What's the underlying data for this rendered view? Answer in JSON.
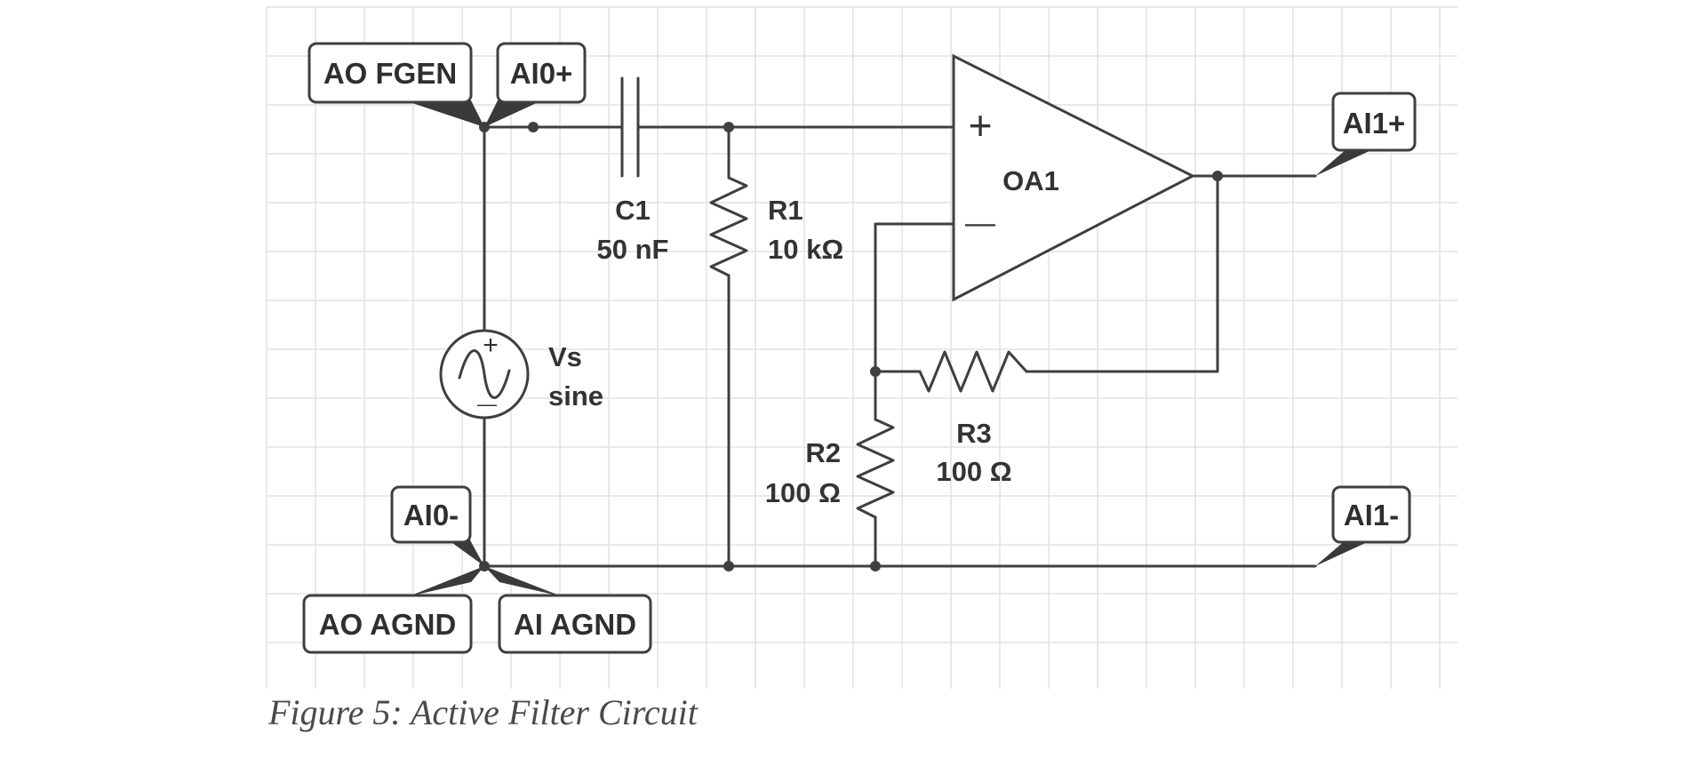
{
  "labels": {
    "ao_fgen": "AO FGEN",
    "ai0_plus": "AI0+",
    "ai0_minus": "AI0-",
    "ao_agnd": "AO AGND",
    "ai_agnd": "AI AGND",
    "ai1_plus": "AI1+",
    "ai1_minus": "AI1-"
  },
  "components": {
    "c1": {
      "name": "C1",
      "value": "50 nF"
    },
    "r1": {
      "name": "R1",
      "value": "10 kΩ"
    },
    "r2": {
      "name": "R2",
      "value": "100 Ω"
    },
    "r3": {
      "name": "R3",
      "value": "100 Ω"
    },
    "vs": {
      "name": "Vs",
      "type": "sine"
    },
    "oa1": {
      "name": "OA1",
      "plus": "+",
      "minus": "—"
    }
  },
  "source_polarity": {
    "plus": "+",
    "minus": "—"
  },
  "caption": "Figure 5: Active Filter Circuit"
}
